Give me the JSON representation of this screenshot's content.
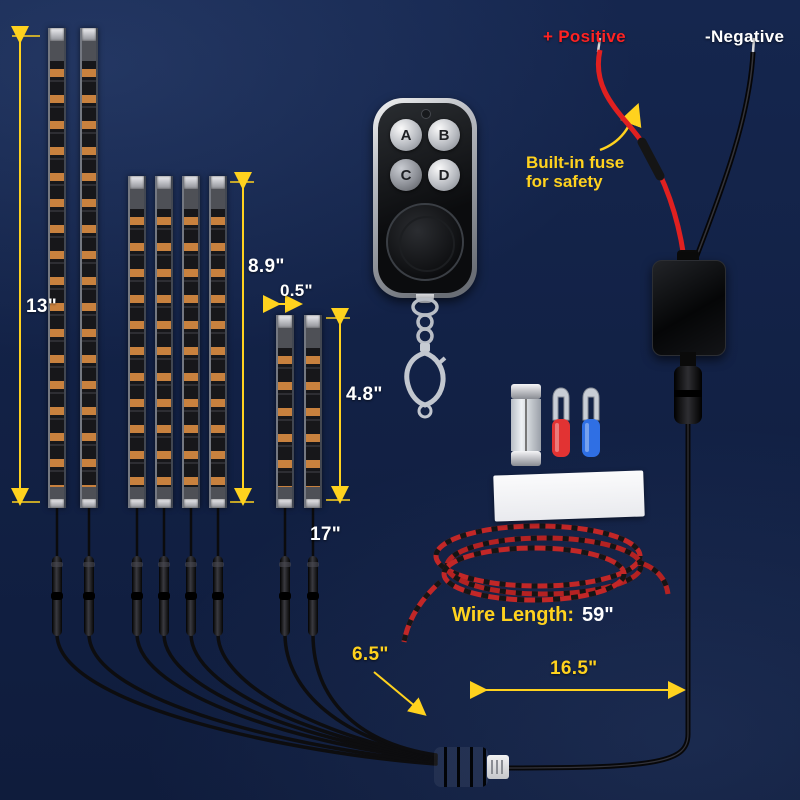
{
  "colors": {
    "background": "#13234a",
    "accent_yellow": "#ffd21e",
    "accent_red": "#ff2222",
    "white": "#ffffff"
  },
  "power": {
    "positive_label": "+ Positive",
    "negative_label": "-Negative"
  },
  "fuse_note": {
    "line1": "Built-in fuse",
    "line2": "for safety"
  },
  "dimensions": {
    "long_strip": "13\"",
    "medium_strip": "8.9\"",
    "strip_width": "0.5\"",
    "short_strip": "4.8\"",
    "strip_lead": "17\"",
    "hub_lead": "6.5\"",
    "controller_lead": "16.5\""
  },
  "wire_length": {
    "label": "Wire Length:",
    "value": "59\""
  },
  "remote": {
    "buttons": [
      "A",
      "B",
      "C",
      "D"
    ]
  }
}
